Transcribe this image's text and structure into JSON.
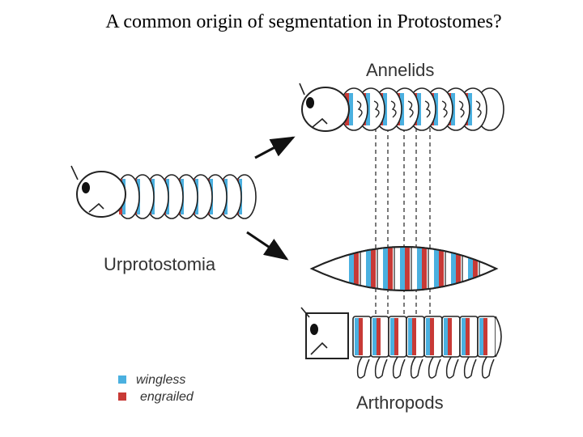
{
  "title": "A common origin of segmentation in Protostomes?",
  "labels": {
    "annelids": "Annelids",
    "urprotostomia": "Urprotostomia",
    "arthropods": "Arthropods"
  },
  "legend": [
    {
      "label": "wingless",
      "color": "#4ab0e0"
    },
    {
      "label": "engrailed",
      "color": "#c83a36"
    }
  ],
  "colors": {
    "wingless": "#4ab0e0",
    "engrailed": "#c83a36",
    "outline": "#222222"
  }
}
